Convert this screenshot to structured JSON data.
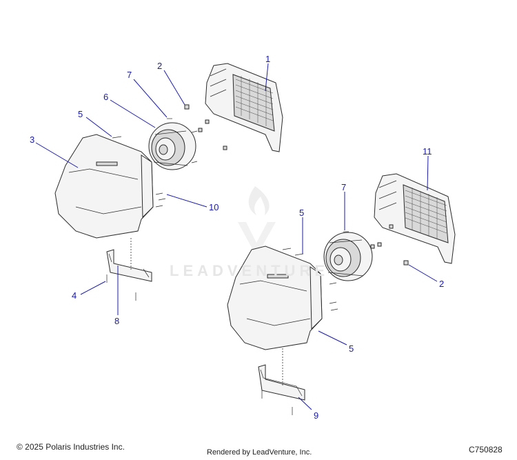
{
  "callouts": [
    {
      "id": "c1",
      "label": "1"
    },
    {
      "id": "c2a",
      "label": "2"
    },
    {
      "id": "c3",
      "label": "3"
    },
    {
      "id": "c4",
      "label": "4"
    },
    {
      "id": "c5a",
      "label": "5"
    },
    {
      "id": "c6",
      "label": "6"
    },
    {
      "id": "c7a",
      "label": "7"
    },
    {
      "id": "c8",
      "label": "8"
    },
    {
      "id": "c10",
      "label": "10"
    },
    {
      "id": "c11",
      "label": "11"
    },
    {
      "id": "c7b",
      "label": "7"
    },
    {
      "id": "c5b",
      "label": "5"
    },
    {
      "id": "c2b",
      "label": "2"
    },
    {
      "id": "c5c",
      "label": "5"
    },
    {
      "id": "c9",
      "label": "9"
    }
  ],
  "watermark": "LEADVENTURE",
  "footer": {
    "copyright": "© 2025 Polaris Industries Inc.",
    "rendered_by": "Rendered by LeadVenture, Inc.",
    "code": "C750828"
  },
  "colors": {
    "callout": "#1a1aa8",
    "line": "#2a2a2a",
    "watermark": "#e6e6e6"
  }
}
